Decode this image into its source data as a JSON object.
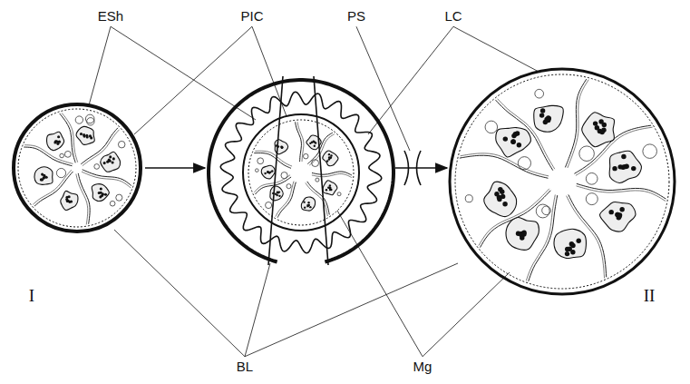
{
  "diagram": {
    "labels": [
      "ESh",
      "PIC",
      "PS",
      "LC",
      "BL",
      "Mg",
      "I",
      "II"
    ]
  }
}
